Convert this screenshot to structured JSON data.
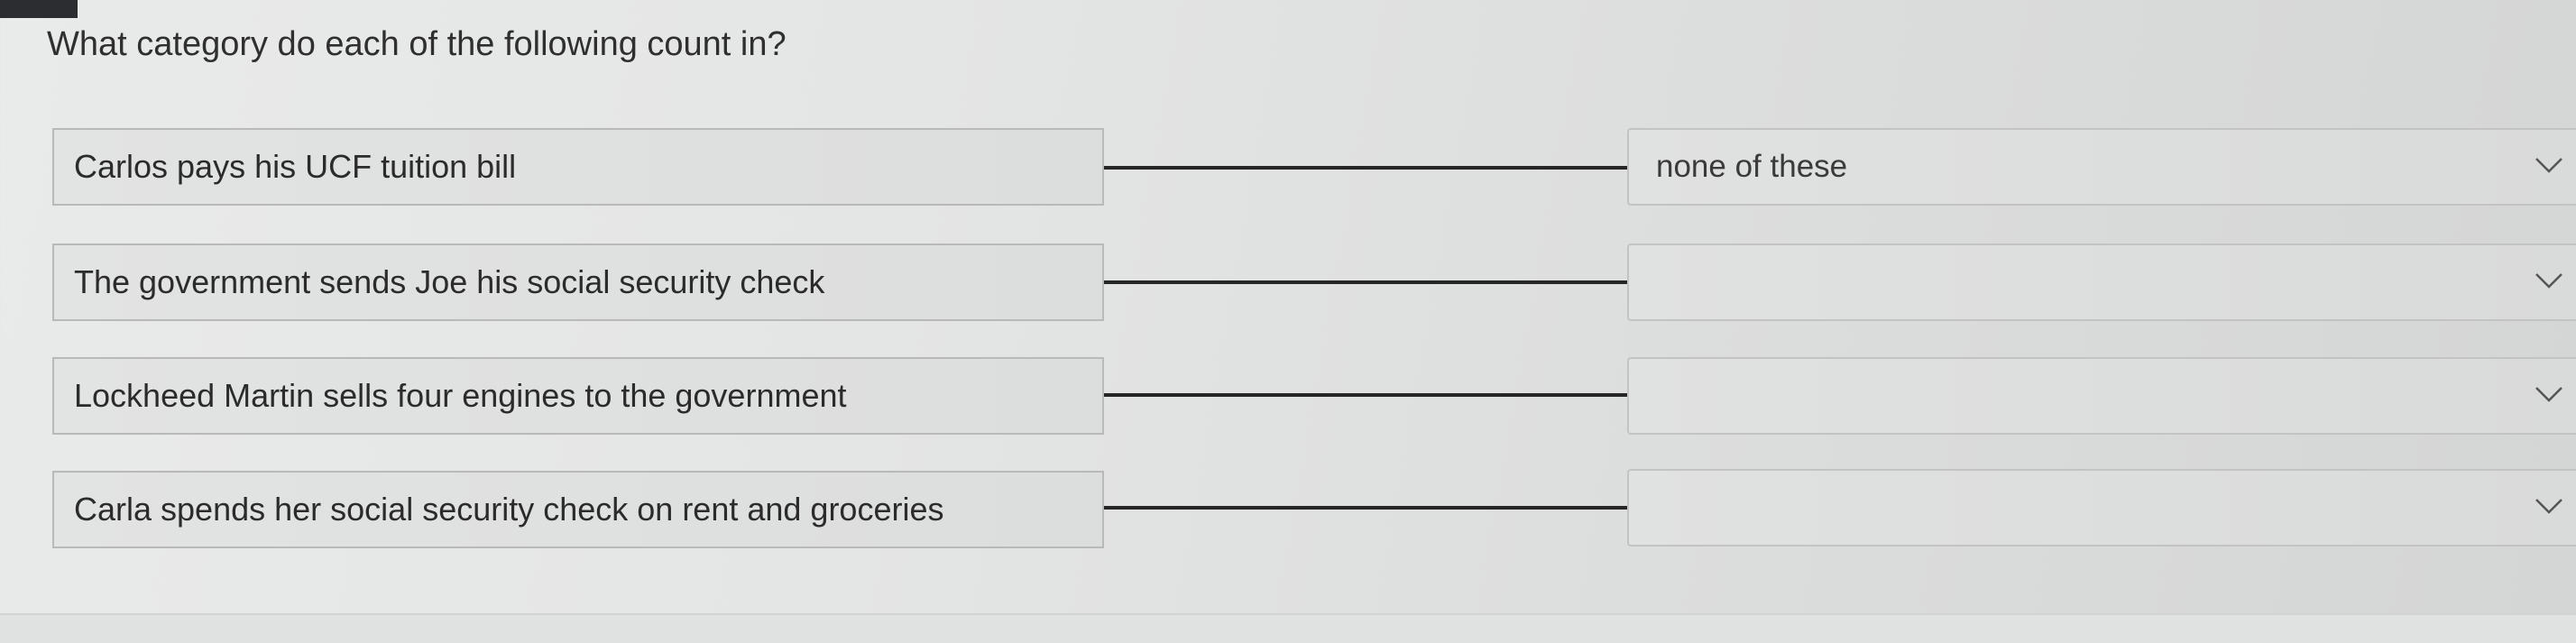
{
  "question": "What category do each of the following count in?",
  "rows": [
    {
      "prompt": "Carlos pays his UCF tuition bill",
      "answer": "none of these"
    },
    {
      "prompt": "The government sends Joe his social security check",
      "answer": ""
    },
    {
      "prompt": "Lockheed Martin sells four engines to the government",
      "answer": ""
    },
    {
      "prompt": "Carla spends her social security check on rent and groceries",
      "answer": ""
    }
  ]
}
